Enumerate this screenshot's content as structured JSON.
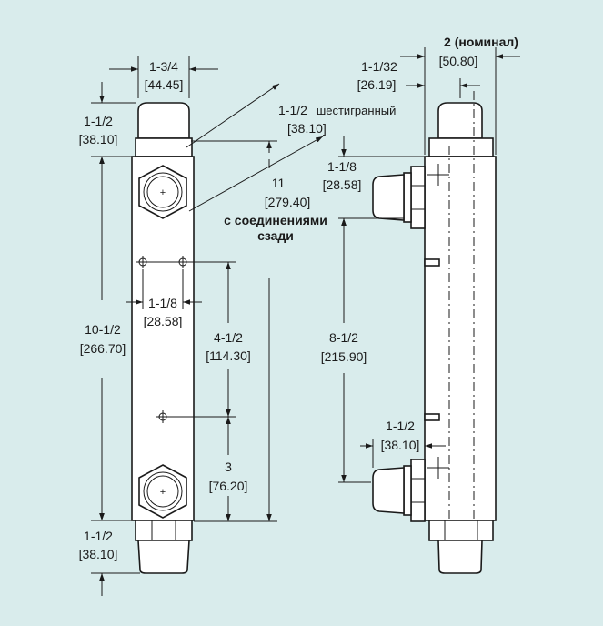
{
  "colors": {
    "background": "#d9ecec",
    "line": "#1a1a1a",
    "body": "#ffffff"
  },
  "front_view": {
    "width": {
      "frac": "1-3/4",
      "mm": "[44.45]"
    },
    "top_fitting": {
      "frac": "1-1/2",
      "mm": "[38.10]"
    },
    "hex": {
      "frac": "1-1/2",
      "label": "шестигранный",
      "mm": "[38.10]"
    },
    "centers": {
      "frac": "11",
      "mm": "[279.40]",
      "note_line1": "с соединениями",
      "note_line2": "сзади"
    },
    "hole_spacing": {
      "frac": "1-1/8",
      "mm": "[28.58]"
    },
    "mount_spacing": {
      "frac": "4-1/2",
      "mm": "[114.30]"
    },
    "body_length": {
      "frac": "10-1/2",
      "mm": "[266.70]"
    },
    "bottom_offset": {
      "frac": "3",
      "mm": "[76.20]"
    },
    "bottom_fitting": {
      "frac": "1-1/2",
      "mm": "[38.10]"
    }
  },
  "side_view": {
    "nominal": {
      "frac": "2 (номинал)",
      "mm": "[50.80]"
    },
    "offset": {
      "frac": "1-1/32",
      "mm": "[26.19]"
    },
    "top_port": {
      "frac": "1-1/8",
      "mm": "[28.58]"
    },
    "span": {
      "frac": "8-1/2",
      "mm": "[215.90]"
    },
    "bottom_port": {
      "frac": "1-1/2",
      "mm": "[38.10]"
    }
  }
}
